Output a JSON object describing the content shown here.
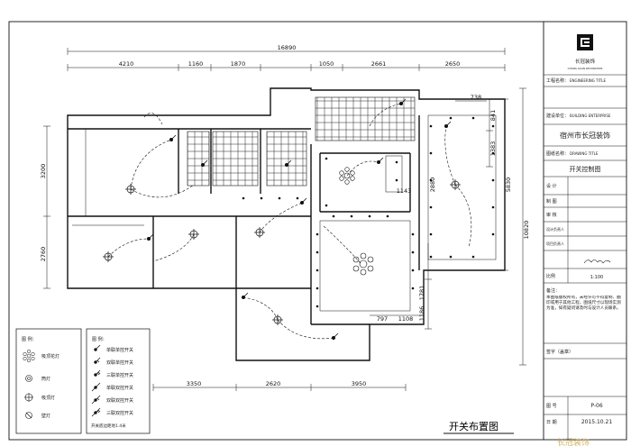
{
  "drawing": {
    "title": "开关布置图",
    "dimensions": {
      "top_total": "16890",
      "top_segments": [
        "4210",
        "1160",
        "1870",
        "1050",
        "2661",
        "2650"
      ],
      "bottom_segments": [
        "3350",
        "2620",
        "3950"
      ],
      "left_upper": "3200",
      "left_lower": "2760",
      "right_total": "10820",
      "right_mid": "5830",
      "inner_right": [
        "738",
        "841",
        "1383",
        "2880"
      ],
      "inner_small": [
        "1781",
        "1186",
        "797",
        "1108",
        "1143"
      ]
    }
  },
  "title_block": {
    "logo_text": "长冠装饰",
    "logo_sub": "CHANG GUAN DECORATION",
    "project_label": "工程名称：",
    "project_name": "ENGINEERING TITLE",
    "client_label": "建设单位：",
    "client_name": "BUILDING ENTERPRISE",
    "company": "宿州市长冠装饰",
    "drawing_label": "图纸名称：",
    "drawing_name": "DRAWING TITLE",
    "drawing_content": "开关控制图",
    "rows": [
      "设 计",
      "制 图",
      "审 核",
      "设计负责人",
      "项目负责人"
    ],
    "scale_label": "比例",
    "scale_value": "1:100",
    "notes_label": "备注：",
    "notes_text": "本图纸版权所有，未经许可不得复制、翻印或用于其他工程，图纸尺寸以现场实测为准，如有疑问请及时与设计人员联系。",
    "sign_label": "签字（盖章）",
    "sheet_label": "图 号",
    "sheet_value": "P-06",
    "date_label": "日 期",
    "date_value": "2015.10.21"
  },
  "legend": {
    "title": "图  例：",
    "items": [
      "吸顶花灯",
      "筒灯",
      "吸顶灯",
      "壁灯"
    ]
  },
  "switch_legend": {
    "title": "图  例：",
    "items": [
      "单联单控开关",
      "双联单控开关",
      "三联单控开关",
      "单联双控开关",
      "双联双控开关",
      "三联双控开关"
    ],
    "note": "开关底边距地1.4米"
  },
  "watermark": "长冠装饰"
}
